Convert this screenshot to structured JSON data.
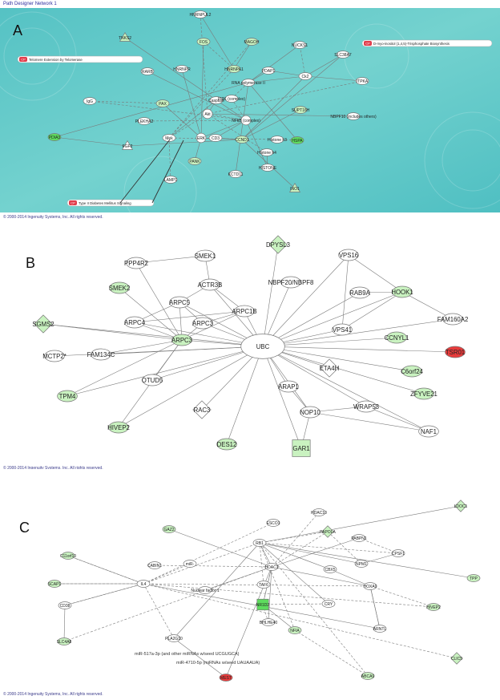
{
  "window_title": "Path Designer Network 1",
  "copyright": "© 2000-2014 Ingenuity Systems, Inc. All rights reserved.",
  "colors": {
    "panel_a_bg": "#64c8c8",
    "upregulated": "#e83b3b",
    "downregulated_strong": "#5edc5e",
    "downregulated_light": "#c9f2c0",
    "neutral": "#ffffff",
    "edge": "#7a7a7a",
    "canonical_pathway": "#e23b4a"
  },
  "panels": [
    {
      "letter": "A",
      "pathways": [
        "Telomere Extension by Telomerase",
        "D-myo-inositol (1,4,5)-Trisphosphate Biosynthesis",
        "Type II Diabetes Mellitus Signaling"
      ],
      "pathway_tag": "CP",
      "nodes": [
        {
          "label": "HNRNPUL2",
          "color": "neutral"
        },
        {
          "label": "TNKS2",
          "color": "light"
        },
        {
          "label": "FOS",
          "color": "light"
        },
        {
          "label": "MAGOH",
          "color": "light"
        },
        {
          "label": "NUCKS1",
          "color": "neutral"
        },
        {
          "label": "SLC38A7",
          "color": "neutral"
        },
        {
          "label": "ITPKA",
          "color": "neutral"
        },
        {
          "label": "RARB",
          "color": "neutral"
        },
        {
          "label": "HNRNPR",
          "color": "neutral"
        },
        {
          "label": "HNRNPA1",
          "color": "light"
        },
        {
          "label": "PDAP1",
          "color": "neutral"
        },
        {
          "label": "Ck2",
          "color": "neutral"
        },
        {
          "label": "RNA polymerase II",
          "color": "neutral"
        },
        {
          "label": "IgG",
          "color": "neutral"
        },
        {
          "label": "PAX",
          "color": "light"
        },
        {
          "label": "Caspase",
          "color": "neutral"
        },
        {
          "label": "PI3K (complex)",
          "color": "neutral"
        },
        {
          "label": "SUPT16H",
          "color": "light"
        },
        {
          "label": "NBPF10 (includes others)",
          "color": "neutral"
        },
        {
          "label": "PLEKHA2",
          "color": "neutral"
        },
        {
          "label": "Akt",
          "color": "neutral"
        },
        {
          "label": "NFkB (complex)",
          "color": "neutral"
        },
        {
          "label": "PDIA3",
          "color": "strong"
        },
        {
          "label": "Mek",
          "color": "neutral"
        },
        {
          "label": "ERK",
          "color": "neutral"
        },
        {
          "label": "CD3",
          "color": "neutral"
        },
        {
          "label": "CCND1",
          "color": "light"
        },
        {
          "label": "Histone h3",
          "color": "neutral"
        },
        {
          "label": "HSPA",
          "color": "strong"
        },
        {
          "label": "FGF2",
          "color": "neutral"
        },
        {
          "label": "Histone h4",
          "color": "neutral"
        },
        {
          "label": "HISTONE",
          "color": "neutral"
        },
        {
          "label": "PANK",
          "color": "light"
        },
        {
          "label": "LAMP1",
          "color": "neutral"
        },
        {
          "label": "KCTD11",
          "color": "neutral"
        },
        {
          "label": "INO1",
          "color": "light"
        }
      ]
    },
    {
      "letter": "B",
      "nodes": [
        {
          "label": "DPYSL3",
          "color": "light"
        },
        {
          "label": "SMEK1",
          "color": "neutral"
        },
        {
          "label": "PPP4R2",
          "color": "neutral"
        },
        {
          "label": "VPS16",
          "color": "neutral"
        },
        {
          "label": "SMEK2",
          "color": "light"
        },
        {
          "label": "ACTR3B",
          "color": "neutral"
        },
        {
          "label": "NBPF20/NBPF8",
          "color": "neutral"
        },
        {
          "label": "HOOK1",
          "color": "light"
        },
        {
          "label": "RAB9A",
          "color": "neutral"
        },
        {
          "label": "ARPC5",
          "color": "neutral"
        },
        {
          "label": "ARPC1B",
          "color": "neutral"
        },
        {
          "label": "FAM160A2",
          "color": "neutral"
        },
        {
          "label": "SGMS2",
          "color": "light"
        },
        {
          "label": "ARPC4",
          "color": "neutral"
        },
        {
          "label": "ARPC3",
          "color": "neutral"
        },
        {
          "label": "VPS41",
          "color": "neutral"
        },
        {
          "label": "UBC",
          "color": "neutral"
        },
        {
          "label": "ARPC3",
          "color": "light"
        },
        {
          "label": "CCNYL1",
          "color": "light"
        },
        {
          "label": "TSR01",
          "color": "up"
        },
        {
          "label": "MCTP2*",
          "color": "neutral"
        },
        {
          "label": "FAM134C",
          "color": "neutral"
        },
        {
          "label": "ETA4H",
          "color": "neutral"
        },
        {
          "label": "C6orf24",
          "color": "light"
        },
        {
          "label": "TPM4",
          "color": "light"
        },
        {
          "label": "OTUD5",
          "color": "neutral"
        },
        {
          "label": "ARAP1",
          "color": "neutral"
        },
        {
          "label": "ZFYVE21",
          "color": "light"
        },
        {
          "label": "RAC3",
          "color": "neutral"
        },
        {
          "label": "WRAP53",
          "color": "neutral"
        },
        {
          "label": "NOP10",
          "color": "neutral"
        },
        {
          "label": "HIVEP2",
          "color": "light"
        },
        {
          "label": "NAF1",
          "color": "neutral"
        },
        {
          "label": "DES12",
          "color": "light"
        },
        {
          "label": "GAR1",
          "color": "light"
        }
      ]
    },
    {
      "letter": "C",
      "nodes": [
        {
          "label": "HDAC10",
          "color": "neutral"
        },
        {
          "label": "LDOC1",
          "color": "light"
        },
        {
          "label": "ESCO1",
          "color": "neutral"
        },
        {
          "label": "GAZ2",
          "color": "light"
        },
        {
          "label": "PAPOLA",
          "color": "light"
        },
        {
          "label": "RB1",
          "color": "neutral"
        },
        {
          "label": "PABPN1",
          "color": "neutral"
        },
        {
          "label": "CPSF1",
          "color": "neutral"
        },
        {
          "label": "C11orf10",
          "color": "light"
        },
        {
          "label": "CABIN1",
          "color": "neutral"
        },
        {
          "label": "NPM1",
          "color": "neutral"
        },
        {
          "label": "miR-",
          "color": "neutral"
        },
        {
          "label": "HDAC1",
          "color": "neutral"
        },
        {
          "label": "TPP",
          "color": "light"
        },
        {
          "label": "SCAP1",
          "color": "light"
        },
        {
          "label": "IL4",
          "color": "neutral"
        },
        {
          "label": "CBX5",
          "color": "neutral"
        },
        {
          "label": "HOXA9",
          "color": "neutral"
        },
        {
          "label": "Nuclear factor 1",
          "color": "neutral"
        },
        {
          "label": "TAF6",
          "color": "neutral"
        },
        {
          "label": "CD38",
          "color": "neutral"
        },
        {
          "label": "NR1D2",
          "color": "strong"
        },
        {
          "label": "CRY",
          "color": "neutral"
        },
        {
          "label": "HIVEP2",
          "color": "light"
        },
        {
          "label": "BHLHE40",
          "color": "neutral"
        },
        {
          "label": "NFIA",
          "color": "light"
        },
        {
          "label": "ARNTL",
          "color": "neutral"
        },
        {
          "label": "SLC4A8",
          "color": "light"
        },
        {
          "label": "PLA2G10",
          "color": "neutral"
        },
        {
          "label": "CLIC5",
          "color": "light"
        },
        {
          "label": "MEST",
          "color": "up"
        },
        {
          "label": "ABCA9",
          "color": "light"
        }
      ],
      "mirna_labels": [
        "miR-517a-3p (and other miRNAs w/seed UCGUGCA)",
        "miR-4710-5p (miRNAs w/seed UAUAAUA)"
      ]
    }
  ]
}
